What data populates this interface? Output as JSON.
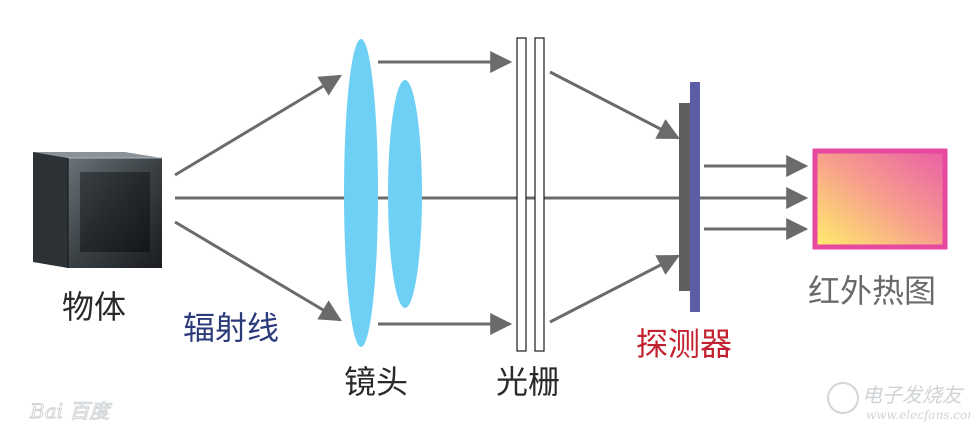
{
  "labels": {
    "object": "物体",
    "radiation": "辐射线",
    "lens": "镜头",
    "grating": "光栅",
    "detector": "探测器",
    "thermal_image": "红外热图"
  },
  "watermarks": {
    "left": "Bai 百度",
    "right_cn": "电子发烧友",
    "right_url": "www.elecfans.com"
  },
  "colors": {
    "arrow": "#6b6b6b",
    "lens": "#6fd0f6",
    "detector_plate": "#5b5ea6",
    "detector_back": "#5f5f5f",
    "heat_border": "#e54aa0",
    "label_dark": "#2a2a2a",
    "label_radiation": "#2b3a7a",
    "label_detector": "#c2222f",
    "label_heat": "#6a6a6a"
  }
}
